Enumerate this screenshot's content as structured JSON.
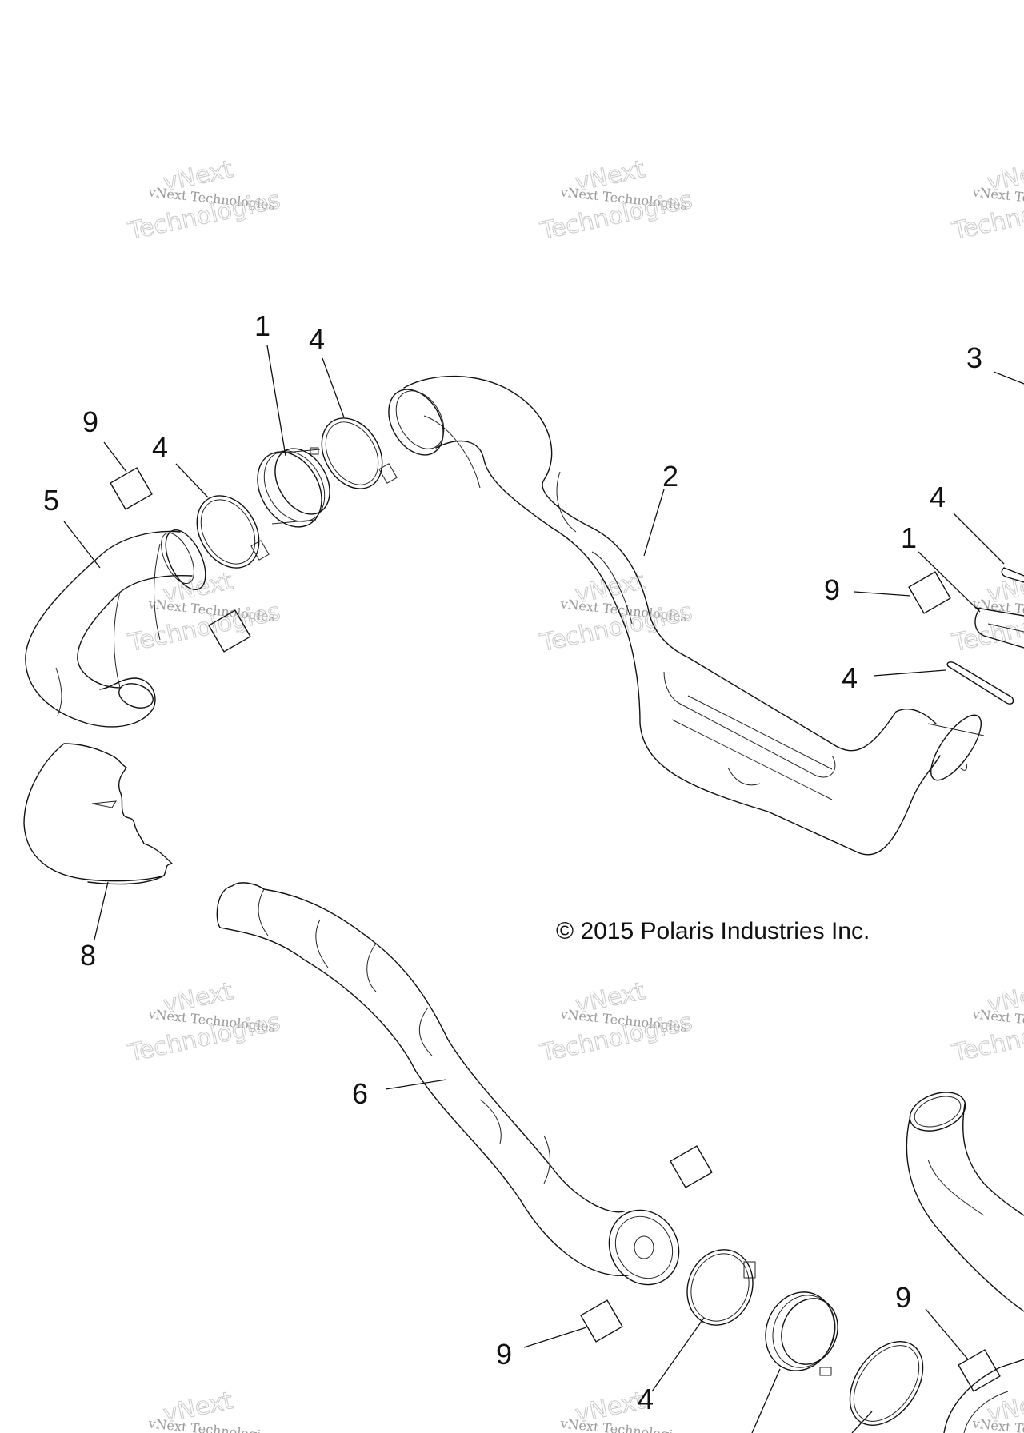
{
  "copyright": "© 2015 Polaris Industries Inc.",
  "watermark": {
    "small": "vNext Technologies",
    "large_top": "vNext",
    "large_bottom": "Technologies"
  },
  "callouts": {
    "c1a": "1",
    "c4a": "4",
    "c9a": "9",
    "c4b": "4",
    "c5": "5",
    "c2": "2",
    "c3": "3",
    "c4c": "4",
    "c1b": "1",
    "c9b": "9",
    "c4d": "4",
    "c8": "8",
    "c6": "6",
    "c9c": "9",
    "c4e": "4",
    "c9d": "9"
  }
}
